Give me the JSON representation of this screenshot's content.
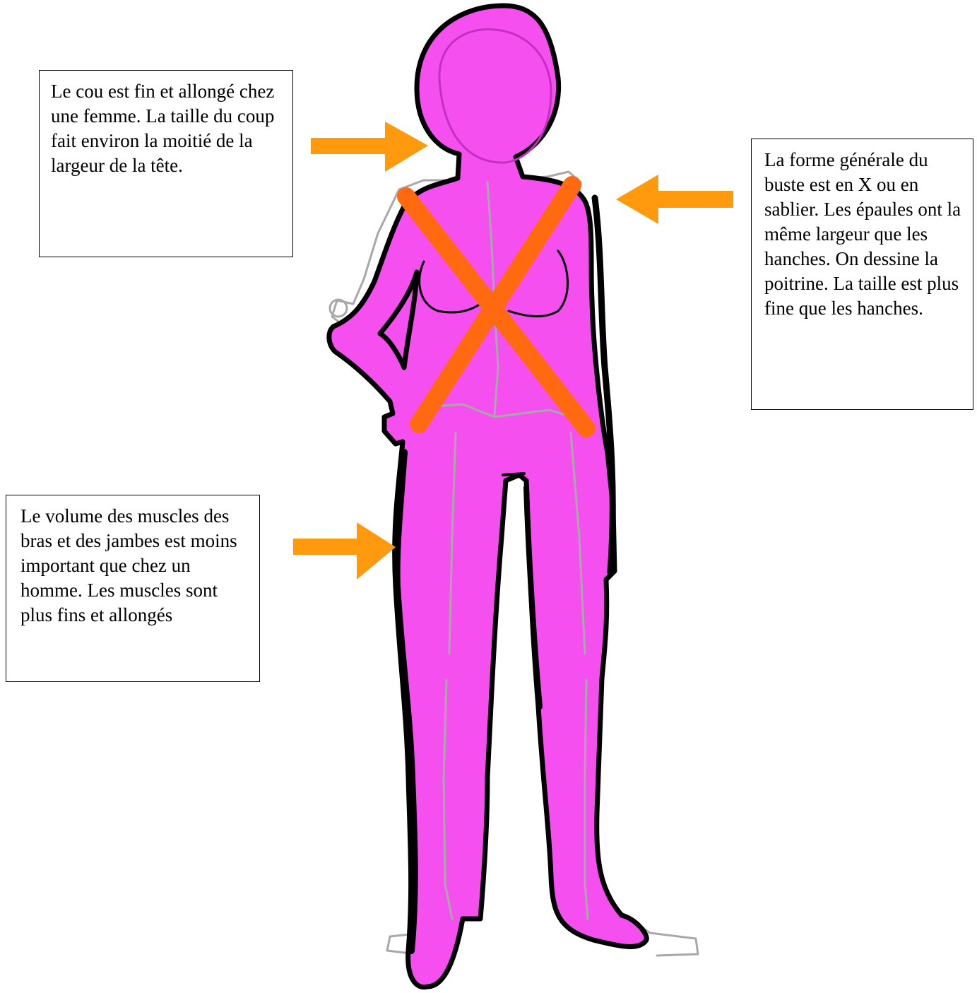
{
  "notes": {
    "neck": "Le cou est fin et allongé chez une femme. La taille du coup fait environ la moitié de la largeur de la tête.",
    "torso": "La forme générale du buste est en X ou en sablier. Les épaules ont la même largeur que les hanches. On dessine la poitrine. La taille est plus fine que les hanches.",
    "limbs": "Le volume des muscles des bras et des jambes est moins important que chez un homme. Les muscles sont plus fins et allongés"
  },
  "colors": {
    "body_fill": "#f54ff0",
    "outline": "#000000",
    "guide_lines": "#a8a8a8",
    "cross": "#ff6a10",
    "arrows": "#ff9a0e"
  }
}
